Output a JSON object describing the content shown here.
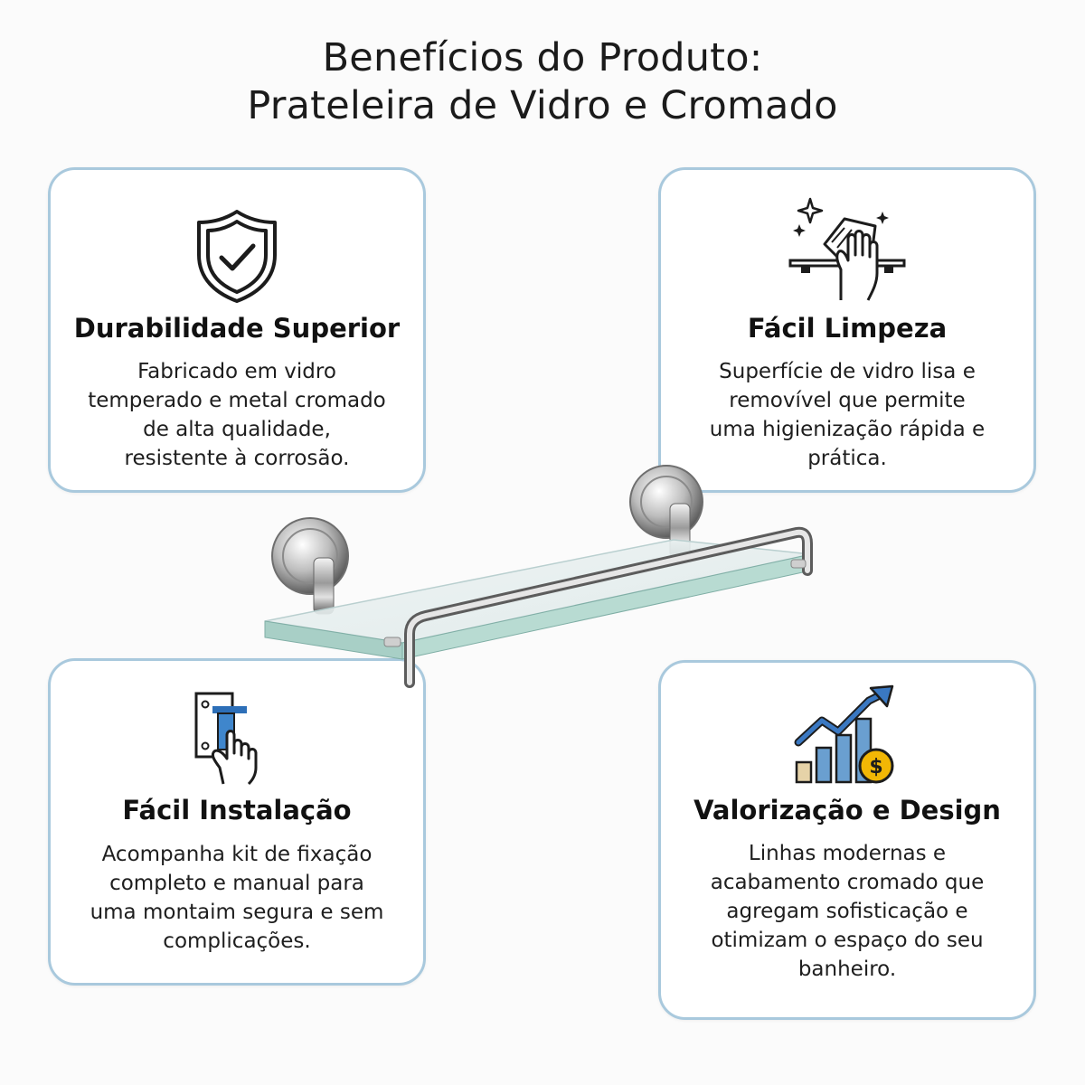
{
  "title": {
    "line1": "Benefícios do Produto:",
    "line2": "Prateleira de Vidro e Cromado"
  },
  "cards": [
    {
      "icon": "shield-check-icon",
      "heading": "Durabilidade Superior",
      "lines": [
        "Fabricado em vidro",
        "temperado e metal cromado",
        "de alta qualidade,",
        "resistente à corrosão."
      ]
    },
    {
      "icon": "cleaning-sparkle-icon",
      "heading": "Fácil Limpeza",
      "lines": [
        "Superfície de vidro lisa e",
        "removível que permite",
        "uma higienização rápida e",
        "prática."
      ]
    },
    {
      "icon": "wall-mount-install-icon",
      "heading": "Fácil Instalação",
      "lines": [
        "Acompanha kit de fixação",
        "completo e manual para",
        "uma montaim segura e sem",
        "complicações."
      ]
    },
    {
      "icon": "growth-chart-dollar-icon",
      "heading": "Valorização e Design",
      "lines": [
        "Linhas modernas e",
        "acabamento cromado que",
        "agregam sofisticação e",
        "otimizam o espaço do seu",
        "banheiro."
      ]
    }
  ],
  "colors": {
    "card_border": "#a9c9dd",
    "chart_bars": "#6a9fd0",
    "chart_arrow": "#3a78c2",
    "coin": "#f2b705"
  }
}
